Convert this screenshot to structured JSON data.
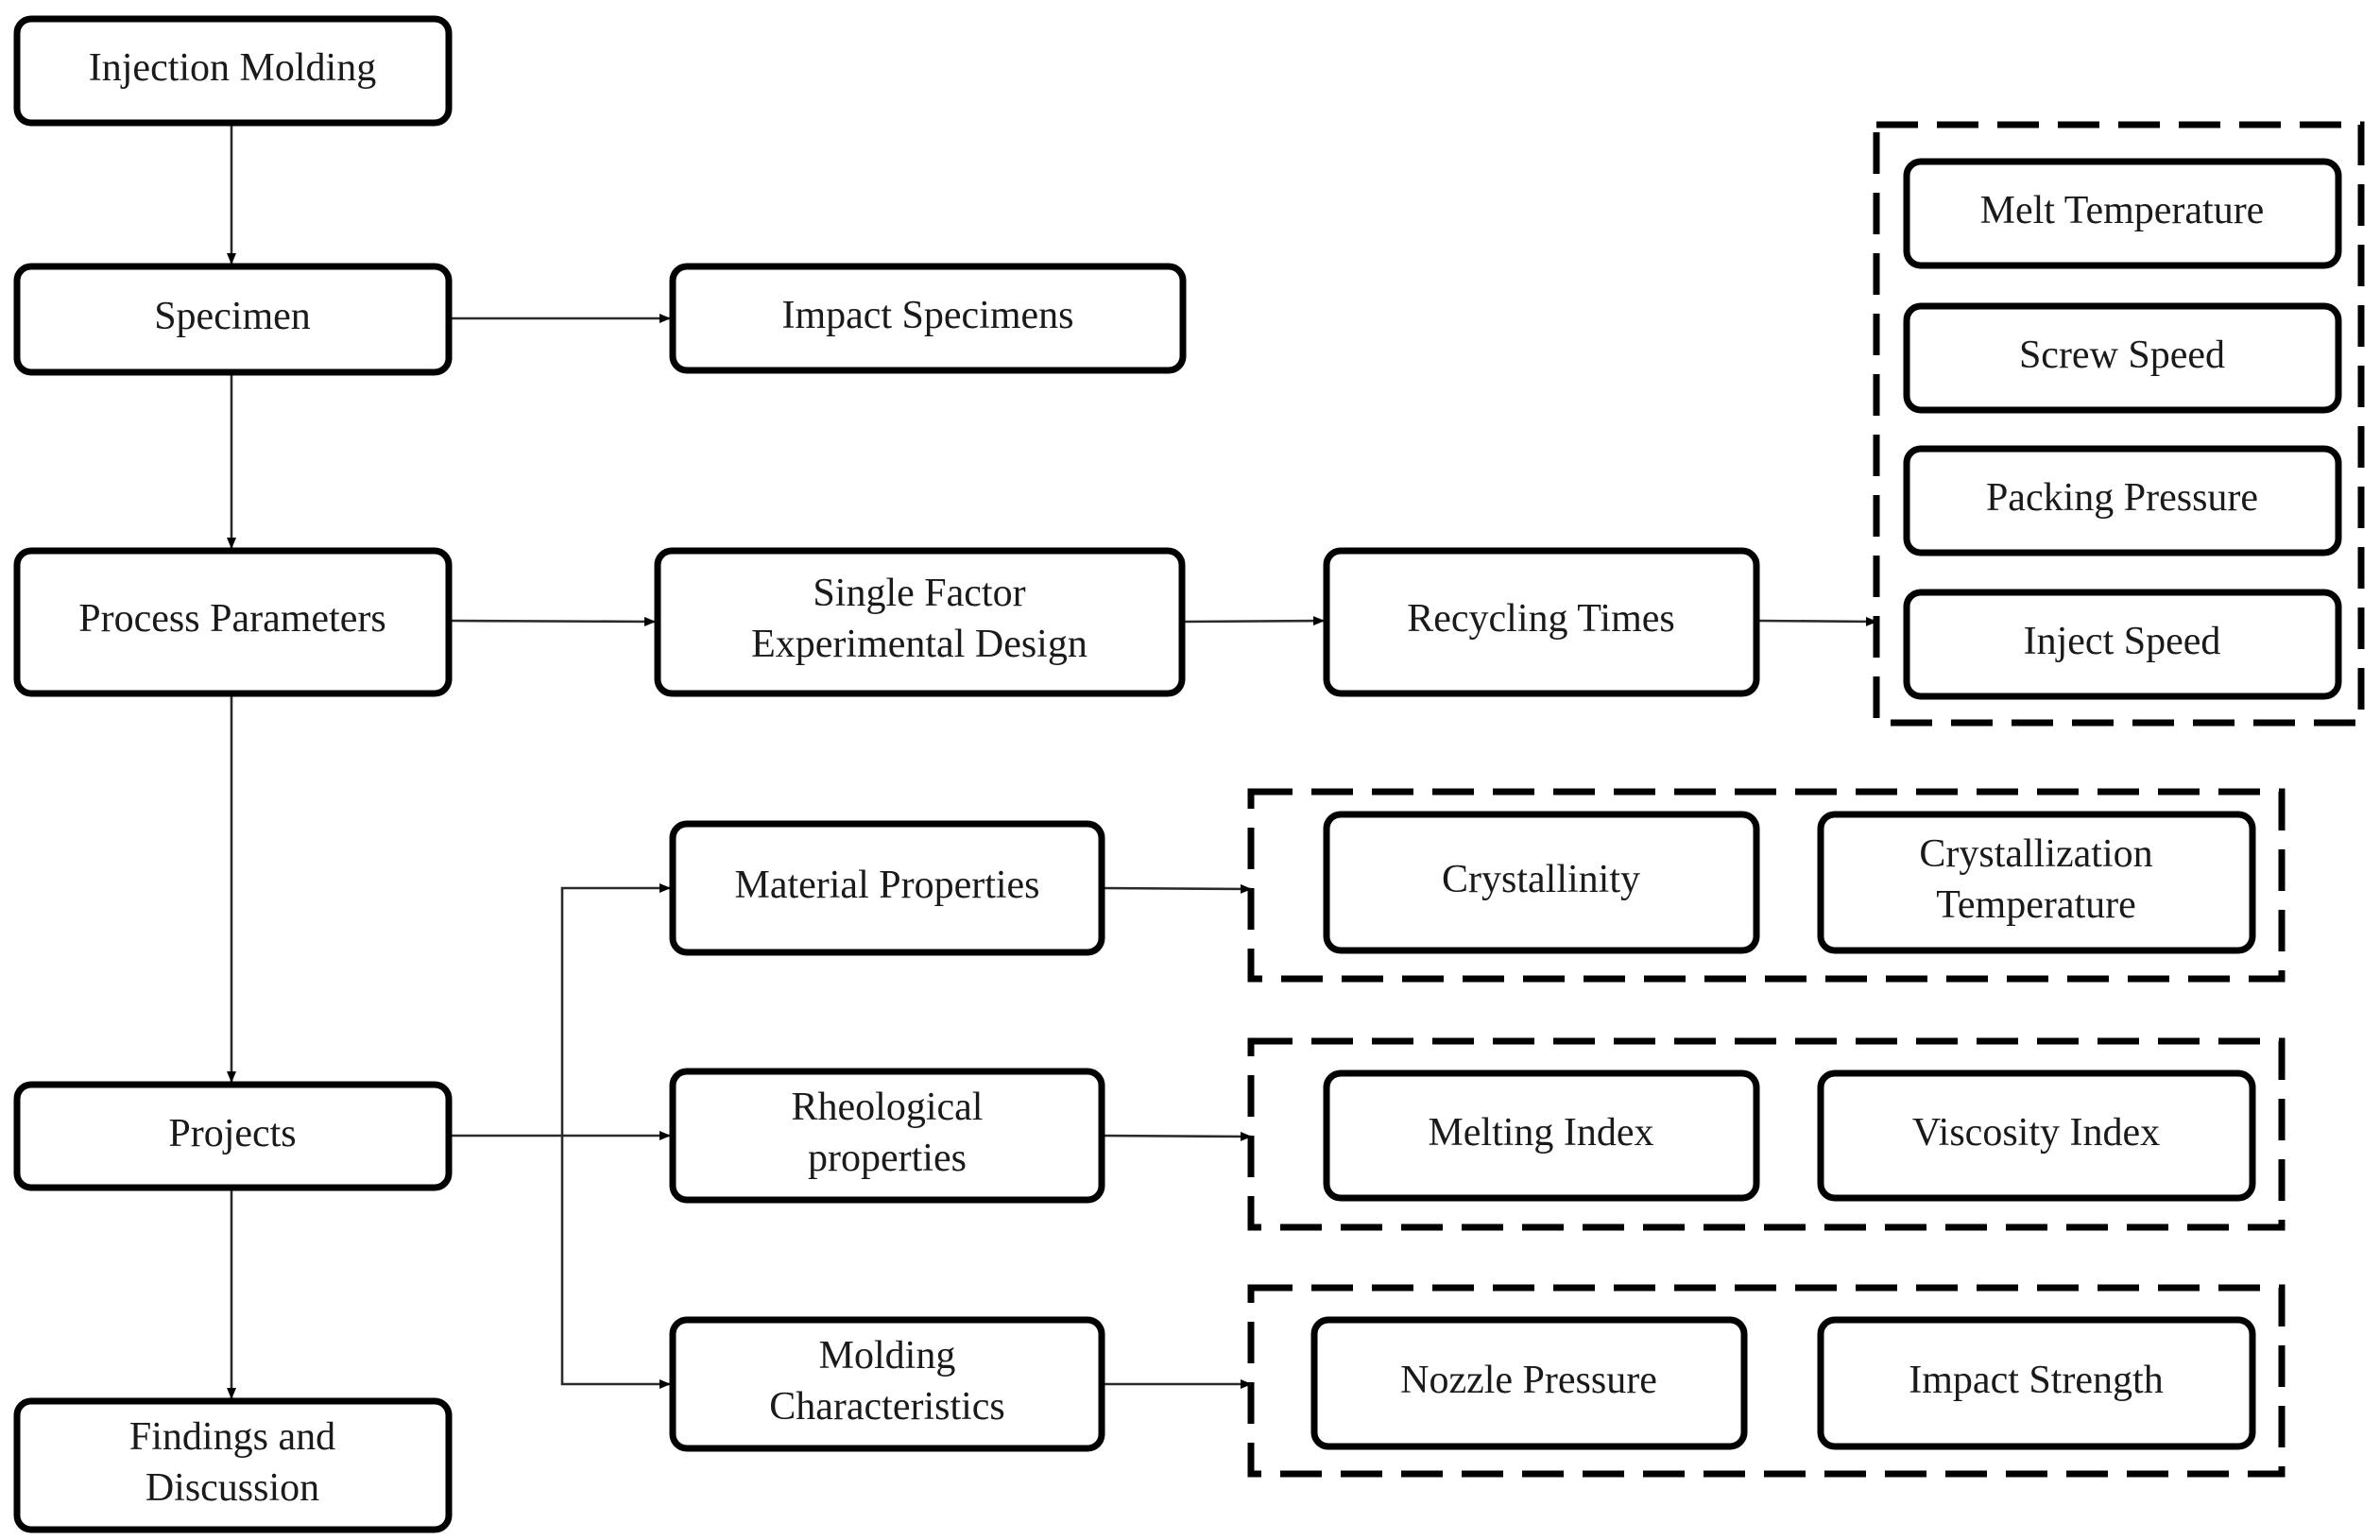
{
  "nodes": {
    "injection_molding": [
      "Injection Molding"
    ],
    "specimen": [
      "Specimen"
    ],
    "impact_specimens": [
      "Impact Specimens"
    ],
    "process_parameters": [
      "Process Parameters"
    ],
    "single_factor": [
      "Single Factor",
      "Experimental Design"
    ],
    "recycling_times": [
      "Recycling Times"
    ],
    "melt_temperature": [
      "Melt Temperature"
    ],
    "screw_speed": [
      "Screw Speed"
    ],
    "packing_pressure": [
      "Packing Pressure"
    ],
    "inject_speed": [
      "Inject Speed"
    ],
    "projects": [
      "Projects"
    ],
    "material_properties": [
      "Material Properties"
    ],
    "rheological_properties": [
      "Rheological",
      "properties"
    ],
    "molding_characteristics": [
      "Molding",
      "Characteristics"
    ],
    "crystallinity": [
      "Crystallinity"
    ],
    "crystallization_temperature": [
      "Crystallization",
      "Temperature"
    ],
    "melting_index": [
      "Melting Index"
    ],
    "viscosity_index": [
      "Viscosity Index"
    ],
    "nozzle_pressure": [
      "Nozzle Pressure"
    ],
    "impact_strength": [
      "Impact Strength"
    ],
    "findings_discussion": [
      "Findings and",
      "Discussion"
    ]
  },
  "edges": [
    {
      "from": "injection_molding",
      "to": "specimen"
    },
    {
      "from": "specimen",
      "to": "impact_specimens"
    },
    {
      "from": "specimen",
      "to": "process_parameters"
    },
    {
      "from": "process_parameters",
      "to": "single_factor"
    },
    {
      "from": "single_factor",
      "to": "recycling_times"
    },
    {
      "from": "recycling_times",
      "to": "process_group"
    },
    {
      "from": "process_parameters",
      "to": "projects"
    },
    {
      "from": "projects",
      "to": "material_properties"
    },
    {
      "from": "projects",
      "to": "rheological_properties"
    },
    {
      "from": "projects",
      "to": "molding_characteristics"
    },
    {
      "from": "material_properties",
      "to": "material_group"
    },
    {
      "from": "rheological_properties",
      "to": "rheology_group"
    },
    {
      "from": "molding_characteristics",
      "to": "molding_group"
    },
    {
      "from": "projects",
      "to": "findings_discussion"
    }
  ],
  "groups": [
    {
      "id": "process_group",
      "members": [
        "melt_temperature",
        "screw_speed",
        "packing_pressure",
        "inject_speed"
      ]
    },
    {
      "id": "material_group",
      "members": [
        "crystallinity",
        "crystallization_temperature"
      ]
    },
    {
      "id": "rheology_group",
      "members": [
        "melting_index",
        "viscosity_index"
      ]
    },
    {
      "id": "molding_group",
      "members": [
        "nozzle_pressure",
        "impact_strength"
      ]
    }
  ]
}
